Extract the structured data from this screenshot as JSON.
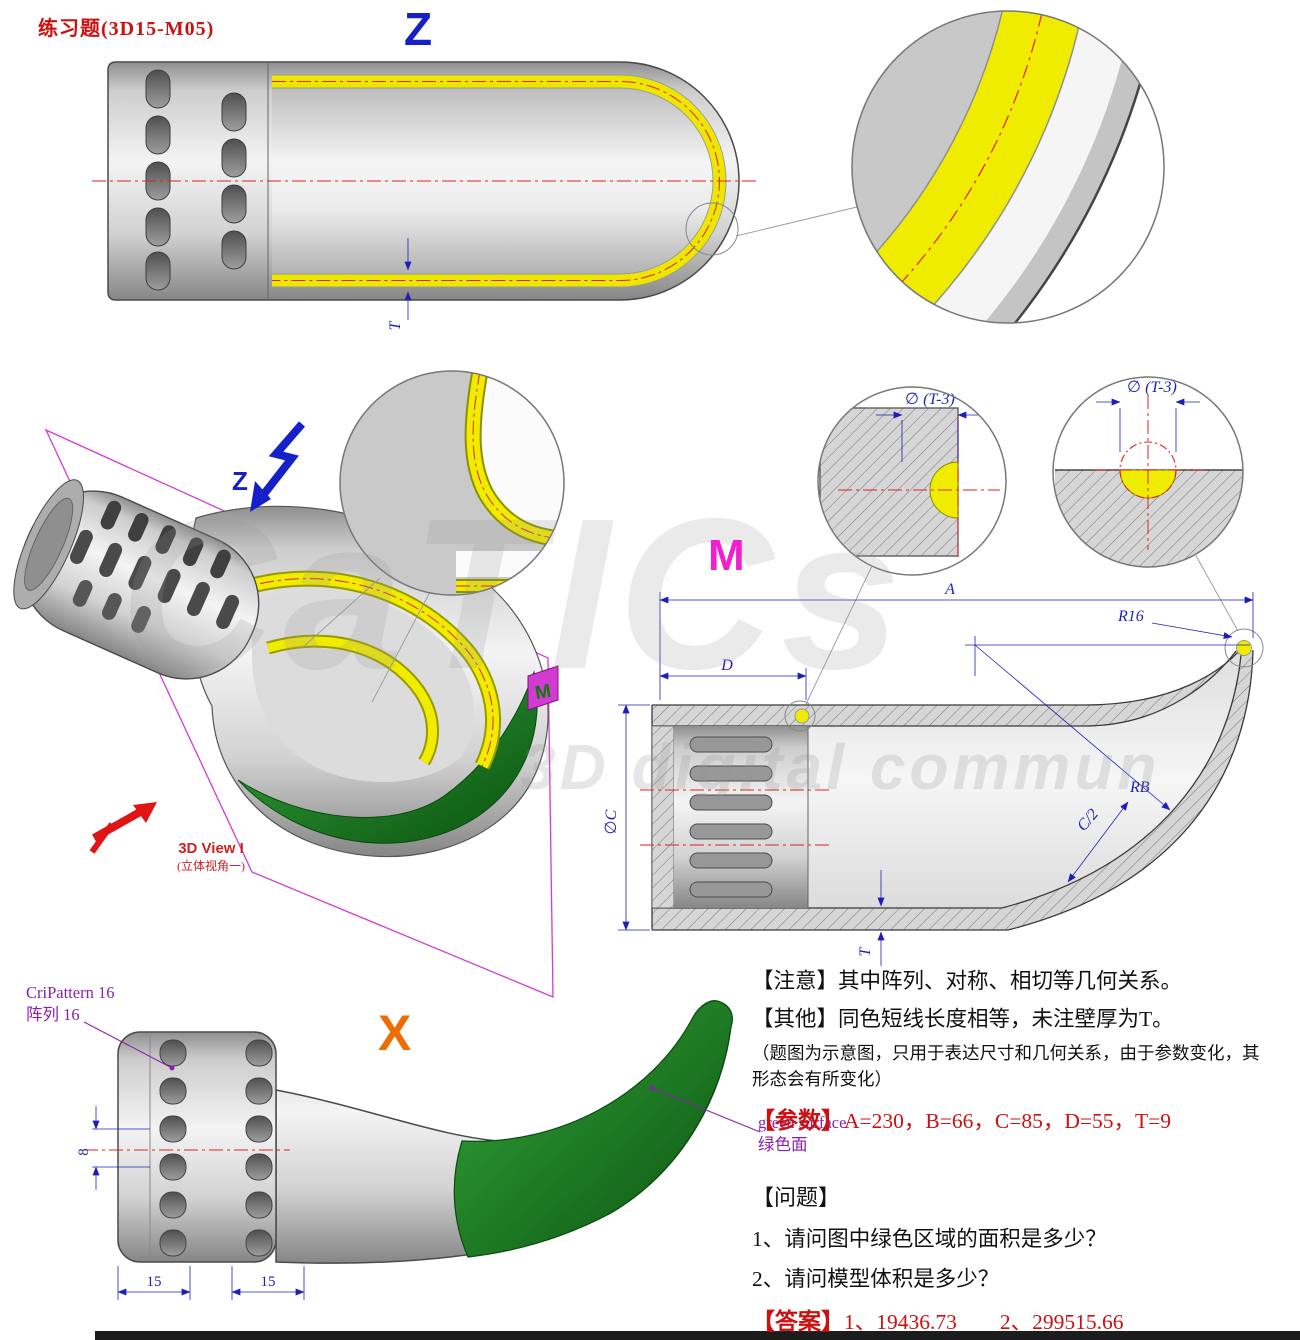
{
  "page": {
    "title": "练习题(3D15-M05)",
    "watermark_main": "CaTICs",
    "watermark_sub": "3D digital commun",
    "colors": {
      "title_red": "#cc1111",
      "dim_blue": "#1f1fb8",
      "magenta": "#f01fd0",
      "orange": "#ef6c00",
      "purple": "#8a1fb0",
      "yellow": "#f0ec00",
      "green": "#1f8b24",
      "centerline_red": "#dd2222"
    }
  },
  "views": {
    "z": {
      "label": "Z"
    },
    "m": {
      "label": "M"
    },
    "x": {
      "label": "X"
    },
    "view3d": {
      "title": "3D View I",
      "subtitle": "(立体视角一)",
      "z_axis_label": "Z",
      "m_flag_label": "M"
    }
  },
  "dims": {
    "z_view": {
      "t": "T"
    },
    "detail_left": {
      "phi": "∅ (T-3)"
    },
    "detail_right": {
      "phi": "∅ (T-3)"
    },
    "m_view": {
      "a": "A",
      "d": "D",
      "phi_c": "∅C",
      "r16": "R16",
      "rb": "RB",
      "c_half": "C/2",
      "t": "T"
    },
    "x_view": {
      "pitch": "8",
      "d15a": "15",
      "d15b": "15"
    }
  },
  "annotations": {
    "cripattern_en": "CriPattern 16",
    "cripattern_cn": "阵列 16",
    "green_en": "green surface",
    "green_cn": "绿色面"
  },
  "notes": {
    "note1": "【注意】其中阵列、对称、相切等几何关系。",
    "note2": "【其他】同色短线长度相等，未注壁厚为T。",
    "note3": "（题图为示意图，只用于表达尺寸和几何关系，由于参数变化，其形态会有所变化）",
    "params_label": "【参数】",
    "params_value": "A=230，B=66，C=85，D=55，T=9",
    "q_title": "【问题】",
    "q1": "1、请问图中绿色区域的面积是多少？",
    "q2": "2、请问模型体积是多少？",
    "answer_label": "【答案】",
    "answer_value": "1、19436.73　　2、299515.66"
  }
}
